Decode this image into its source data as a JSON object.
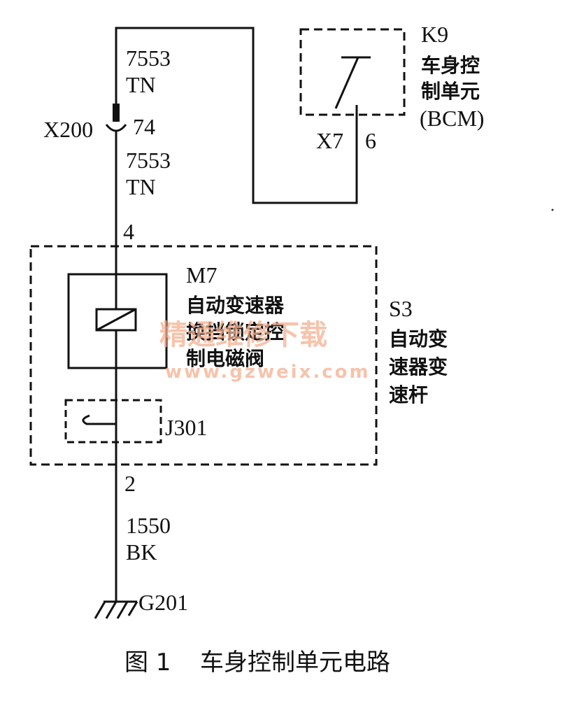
{
  "k9": {
    "id": "K9",
    "name_lines": [
      "车身控",
      "制单元",
      "(BCM)"
    ],
    "connector": "X7",
    "pin": "6"
  },
  "wire_top": {
    "circuit": "7553",
    "color": "TN"
  },
  "connector_x200": {
    "id": "X200",
    "pin": "74"
  },
  "wire_mid": {
    "circuit": "7553",
    "color": "TN"
  },
  "s3": {
    "pin_top": "4",
    "id": "S3",
    "name_lines": [
      "自动变",
      "速器变",
      "速杆"
    ],
    "pin_bottom": "2"
  },
  "m7": {
    "id": "M7",
    "name_lines": [
      "自动变速器",
      "换挡锁定控",
      "制电磁阀"
    ]
  },
  "j301": {
    "id": "J301"
  },
  "wire_bottom": {
    "circuit": "1550",
    "color": "BK"
  },
  "ground": {
    "id": "G201"
  },
  "watermark": {
    "cn": "精通维修下载",
    "url": "www.gzweix.com"
  },
  "caption": {
    "fig": "图 1",
    "title": "车身控制单元电路"
  }
}
